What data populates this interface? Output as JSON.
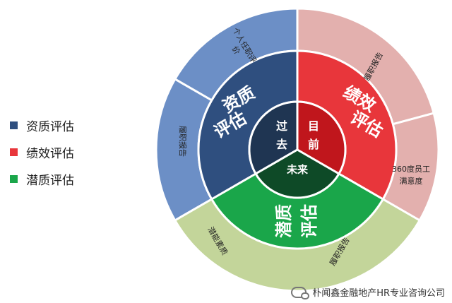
{
  "legend": [
    {
      "label": "资质评估",
      "color": "#2f4f7f"
    },
    {
      "label": "绩效评估",
      "color": "#e8363b"
    },
    {
      "label": "潜质评估",
      "color": "#1aa64a"
    }
  ],
  "center": {
    "past": [
      "过",
      "去"
    ],
    "present": [
      "目",
      "前"
    ],
    "future": "未来"
  },
  "middle_ring": {
    "qualification": [
      "资质",
      "评估"
    ],
    "performance": [
      "绩效",
      "评估"
    ],
    "potential": [
      "潜质",
      "评估"
    ]
  },
  "outer_ring": {
    "q_top": [
      "个人任职评",
      "价"
    ],
    "q_bottom": "履职报告",
    "p_top": "履职报告",
    "p_bottom": [
      "360度员工",
      "满意度"
    ],
    "g_left": "潜能素质",
    "g_right": "履职报告"
  },
  "colors": {
    "qualification_outer": "#6c8fc6",
    "performance_outer": "#e3b0ae",
    "potential_outer": "#c3d59a",
    "qualification_mid": "#2f4f7f",
    "performance_mid": "#e8363b",
    "potential_mid": "#1aa64a",
    "qualification_core": "#1f3552",
    "performance_core": "#c0161c",
    "potential_core": "#0e4a27"
  },
  "watermark": "朴闻鑫金融地产HR专业咨询公司"
}
